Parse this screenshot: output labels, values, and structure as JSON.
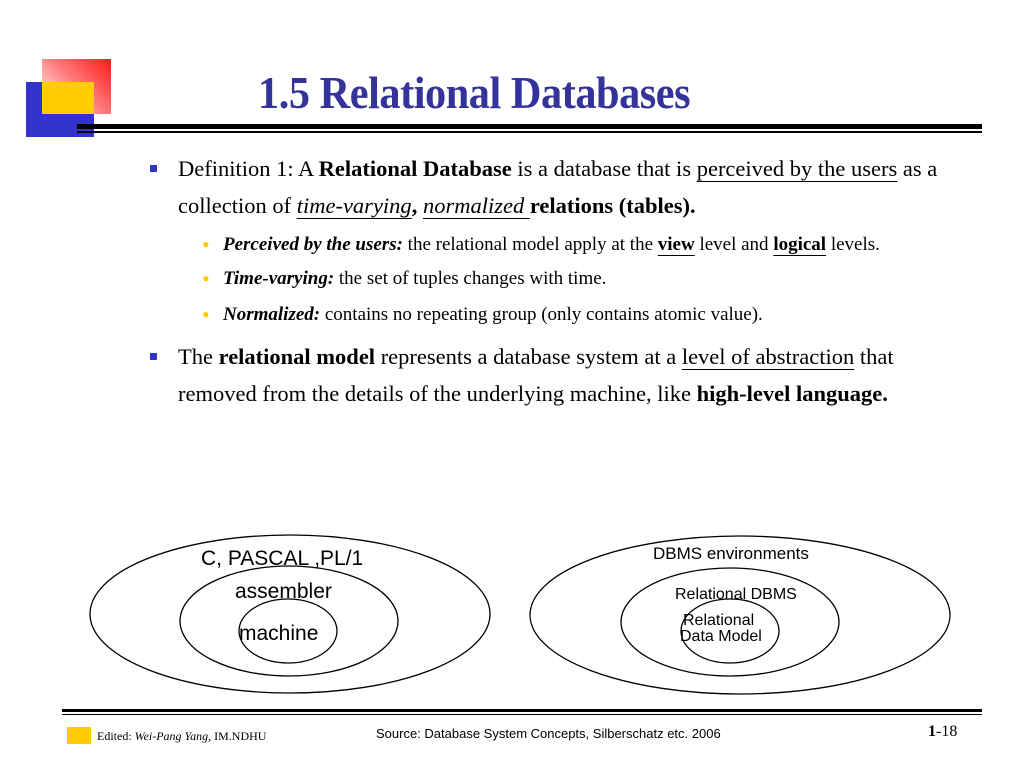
{
  "slide": {
    "title": "1.5 Relational Databases",
    "bullets": [
      {
        "parts": {
          "p1": "Definition 1: A ",
          "p2": "Relational Database",
          "p3": " is a database that is ",
          "p4": "perceived by the users",
          "p5": " as a collection of ",
          "p6": "time-varying",
          "p7": ", ",
          "p8": "normalized ",
          "p9": "relations (tables)."
        },
        "sub": [
          {
            "label": "Perceived by the users:",
            "t1": " the relational model apply at the ",
            "t2": "view",
            "t3": " level and ",
            "t4": "logical",
            "t5": " levels."
          },
          {
            "label": "Time-varying:",
            "t1": " the set of tuples changes with time."
          },
          {
            "label": "Normalized:",
            "t1": " contains no repeating group (only contains atomic value)."
          }
        ]
      },
      {
        "parts": {
          "p1": "The ",
          "p2": "relational model",
          "p3": " represents a database system at a ",
          "p4": "level of abstraction",
          "p5": " that removed from the details of the underlying machine, like ",
          "p6": "high-level language."
        }
      }
    ],
    "diagram_left": {
      "outer": "C, PASCAL ,PL/1",
      "middle": "assembler",
      "inner": "machine"
    },
    "diagram_right": {
      "outer": "DBMS environments",
      "middle": "Relational DBMS",
      "inner_line1": "Relational",
      "inner_line2": "Data Model"
    },
    "footer": {
      "edited_label": "Edited: ",
      "author": "Wei-Pang Yang",
      "affiliation": ", IM.NDHU",
      "source": "Source: Database System Concepts, Silberschatz etc. 2006",
      "chapter": "1",
      "page": "-18"
    },
    "colors": {
      "title": "#333399",
      "bullet_square": "#3333cc",
      "bullet_dot": "#ffcc00",
      "logo_blue": "#3333cc",
      "logo_yellow": "#ffcc00",
      "logo_red": "#ff1a1a"
    }
  }
}
